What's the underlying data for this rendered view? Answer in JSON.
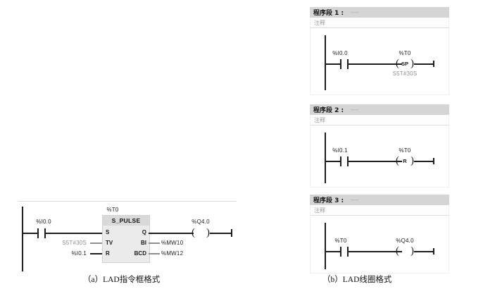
{
  "figure": {
    "captions": {
      "left": "（a）LAD指令框格式",
      "right": "（b）LAD线圈格式"
    }
  },
  "panel_a": {
    "name": "LAD function-block format",
    "timer_tag": "%T0",
    "block_title": "S_PULSE",
    "input_contact": "%I0.0",
    "pins": {
      "s": "S",
      "tv": "TV",
      "r": "R",
      "q": "Q",
      "bi": "BI",
      "bcd": "BCD"
    },
    "operands": {
      "tv": "S5T#30S",
      "r": "%I0.1",
      "bi": "%MW10",
      "bcd": "%MW12"
    },
    "output_coil_tag": "%Q4.0"
  },
  "panel_b": {
    "name": "LAD coil format",
    "comment_label": "注释",
    "header_dash": "-----",
    "networks": [
      {
        "title": "程序段 1 :",
        "comment": "注释",
        "contact": "%I0.0",
        "coil_tag": "%T0",
        "coil_text": "SP",
        "coil_operand": "S5T#30S"
      },
      {
        "title": "程序段 2 :",
        "comment": "注释",
        "contact": "%I0.1",
        "coil_tag": "%T0",
        "coil_text": "R",
        "coil_operand": ""
      },
      {
        "title": "程序段 3 :",
        "comment": "注释",
        "contact": "%T0",
        "coil_tag": "%Q4.0",
        "coil_text": "",
        "coil_operand": ""
      }
    ]
  },
  "colors": {
    "wire": "#1c1c1c",
    "block_fill": "#ebebeb",
    "block_header": "#d9d9d9",
    "network_header": "#d5d5d5",
    "muted_text": "#8d8d8d"
  }
}
